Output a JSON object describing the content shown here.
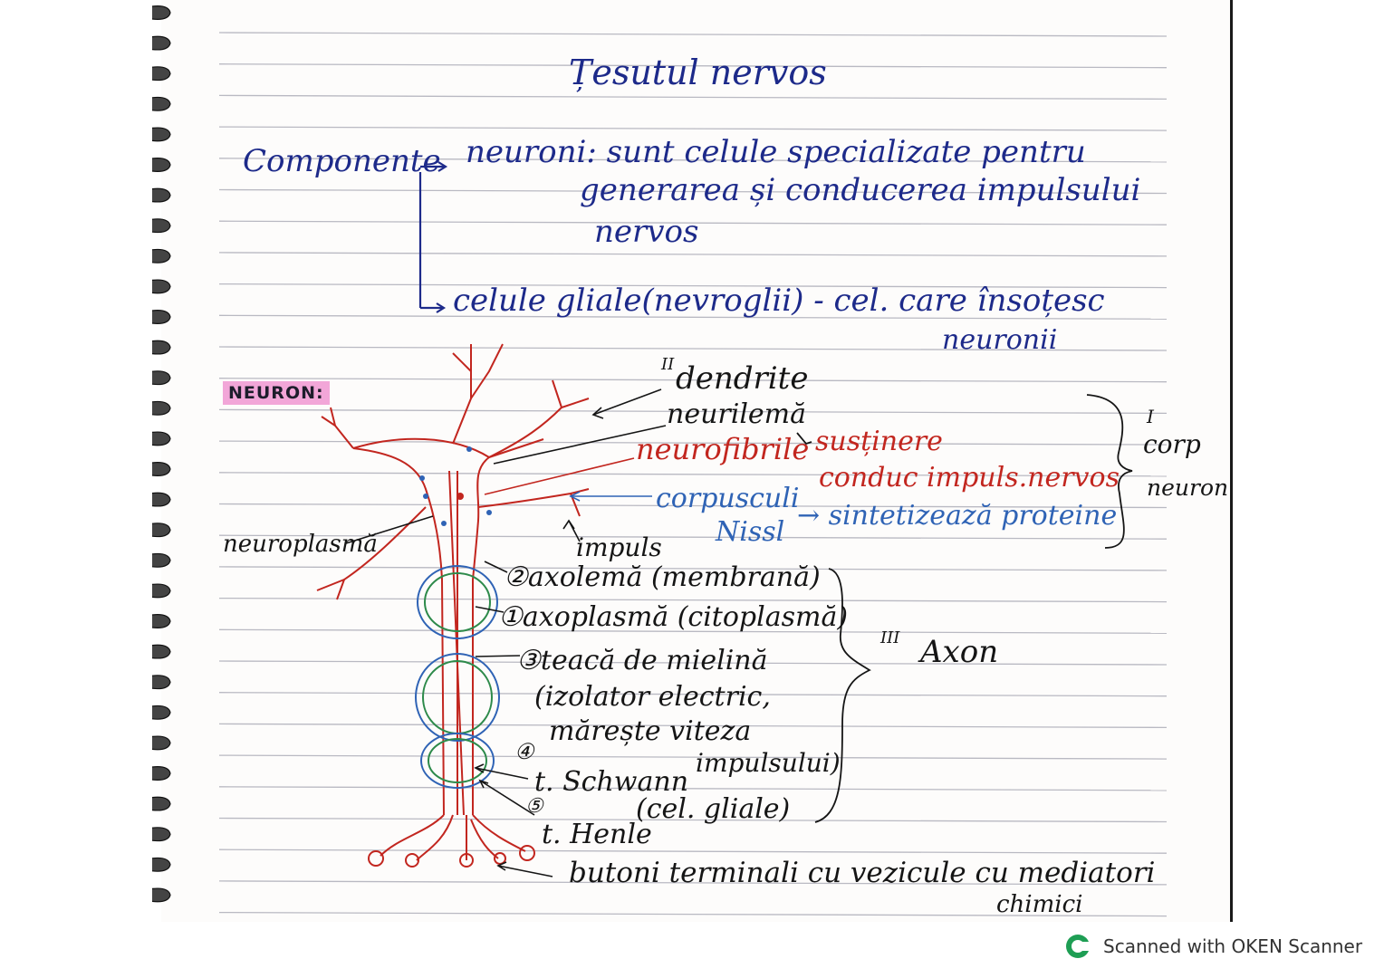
{
  "title": "Țesutul nervos",
  "components": {
    "label": "Componente",
    "neurons_line1": "neuroni: sunt celule specializate pentru",
    "neurons_line2": "generarea și conducerea impulsului",
    "neurons_line3": "nervos",
    "glial_line1": "celule gliale(nevroglii) - cel. care însoțesc",
    "glial_line2": "neuronii"
  },
  "neuron": {
    "tag": "NEURON:",
    "dendrite": "dendrite",
    "dendrite_num": "II",
    "neurilema": "neurilemă",
    "neurofibrils": "neurofibrile",
    "support": "susținere",
    "conduct": "conduc impuls.nervos",
    "nissl1": "corpusculi",
    "nissl2": "Nissl",
    "synth": "→ sintetizează proteine",
    "body_num": "I",
    "body1": "corp",
    "body2": "neuron",
    "neuroplasm": "neuroplasmă",
    "impulse": "impuls",
    "axolema": "②axolemă (membrană)",
    "axoplasm": "①axoplasmă (citoplasmă)",
    "myelin1": "③teacă de mielină",
    "myelin2": "(izolator electric,",
    "myelin3": "mărește viteza",
    "myelin4": "impulsului)",
    "axon_num": "III",
    "axon": "Axon",
    "schwann_num": "④",
    "schwann1": "t. Schwann",
    "schwann2": "(cel. gliale)",
    "henle_num": "⑤",
    "henle": "t. Henle",
    "buttons1": "butoni terminali cu vezicule cu mediatori",
    "buttons2": "chimici"
  },
  "footer": {
    "scanner_text": "Scanned with OKEN Scanner",
    "logo_icon": "oken-scanner-logo-icon"
  },
  "colors": {
    "ink_blue": "#1d2a8a",
    "ink_red": "#c2261f",
    "ink_light_blue": "#2f63b5",
    "highlight_pink": "#f2a6d8",
    "logo_green": "#1e9e54"
  }
}
